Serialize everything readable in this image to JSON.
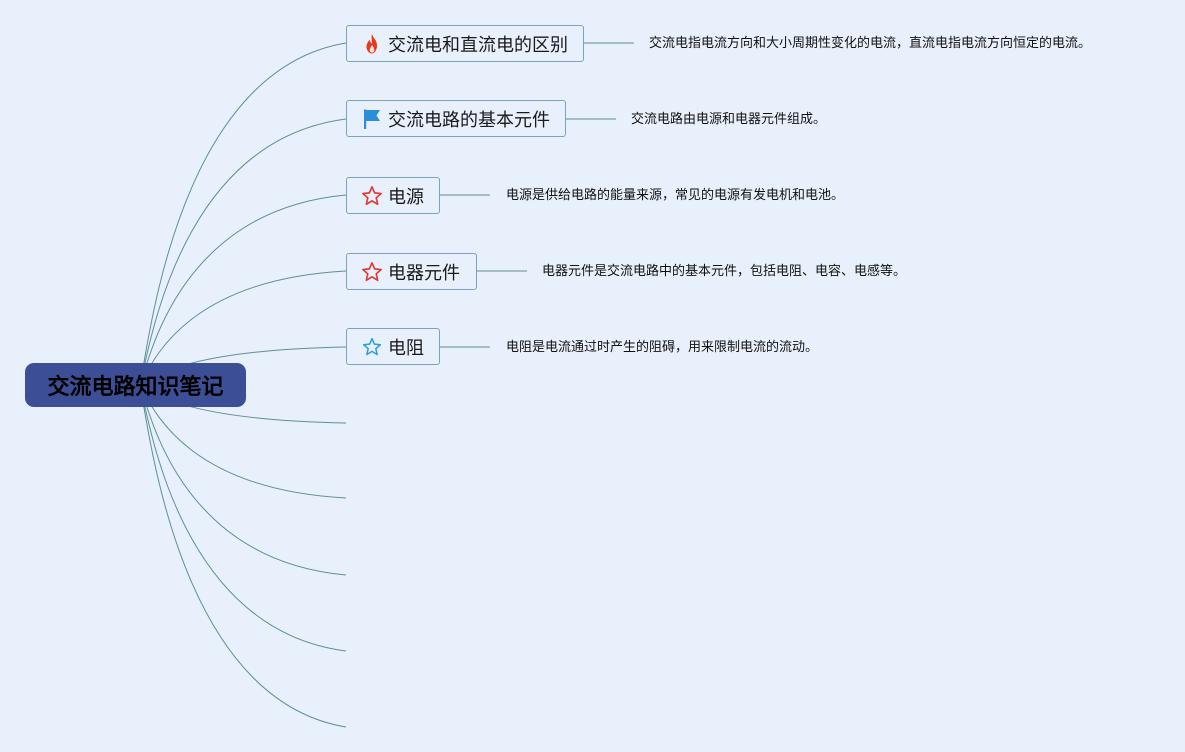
{
  "root": {
    "title": "交流电路知识笔记"
  },
  "topics": [
    {
      "label": "交流电和直流电的区别",
      "icon": "fire-icon",
      "note": "交流电指电流方向和大小周期性变化的电流，直流电指电流方向恒定的电流。"
    },
    {
      "label": "交流电路的基本元件",
      "icon": "flag-icon",
      "note": "交流电路由电源和电器元件组成。"
    },
    {
      "label": "电源",
      "icon": "star-outline-red-icon",
      "note": "电源是供给电路的能量来源，常见的电源有发电机和电池。"
    },
    {
      "label": "电器元件",
      "icon": "star-outline-red-icon",
      "note": "电器元件是交流电路中的基本元件，包括电阻、电容、电感等。"
    },
    {
      "label": "电阻",
      "icon": "star-outline-blue-icon",
      "note": "电阻是电流通过时产生的阻碍，用来限制电流的流动。"
    }
  ],
  "colors": {
    "background": "#e8f0fc",
    "root_fill": "#3c4f96",
    "topic_border": "#7aa4b8",
    "connector": "#5e8f95",
    "fire": "#e8391f",
    "flag": "#2a8fd8",
    "star_red": "#e23b3b",
    "star_blue": "#2a9fd6"
  }
}
